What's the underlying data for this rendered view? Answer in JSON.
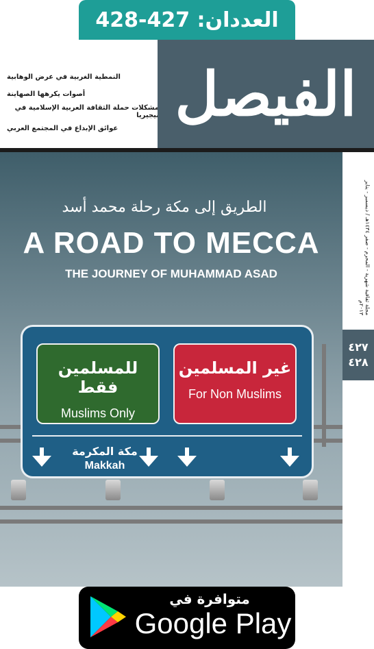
{
  "issue_banner": {
    "text": "العددان: 427-428"
  },
  "header": {
    "logo_text": "الفيصل",
    "headlines": [
      "النمطية الغربية في عرض الوهابية",
      "أصوات يكرهها الصهاينة",
      "مشكلات حملة الثقافة العربية الإسلامية في نيجيريا",
      "عوائق الإبداع في المجتمع العربي"
    ]
  },
  "side": {
    "vertical_text": "مجلة ثقافية شهرية - المحرم - صفر ١٤٣٤هـ / ديسمبر - يناير ٢٠١٣م",
    "issue_numbers": [
      "٤٢٧",
      "٤٢٨"
    ]
  },
  "cover": {
    "arabic_title": "الطريق إلى مكة    رحلة محمد أسد",
    "title": "A ROAD TO MECCA",
    "subtitle": "THE JOURNEY OF MUHAMMAD ASAD"
  },
  "sign": {
    "left_panel": {
      "arabic": "للمسلمين فقط",
      "english": "Muslims Only"
    },
    "right_panel": {
      "arabic": "غير المسلمين",
      "english": "For Non Muslims"
    },
    "destination_arabic": "مكة المكرمة",
    "destination_english": "Makkah"
  },
  "store_badge": {
    "top_text": "متوافرة في",
    "main_text": "Google Play"
  },
  "colors": {
    "banner_teal": "#1e9e97",
    "logo_panel": "#4a5f6b",
    "sign_blue": "#1f5f86",
    "sign_green": "#2f6a2e",
    "sign_red": "#c8263b"
  }
}
